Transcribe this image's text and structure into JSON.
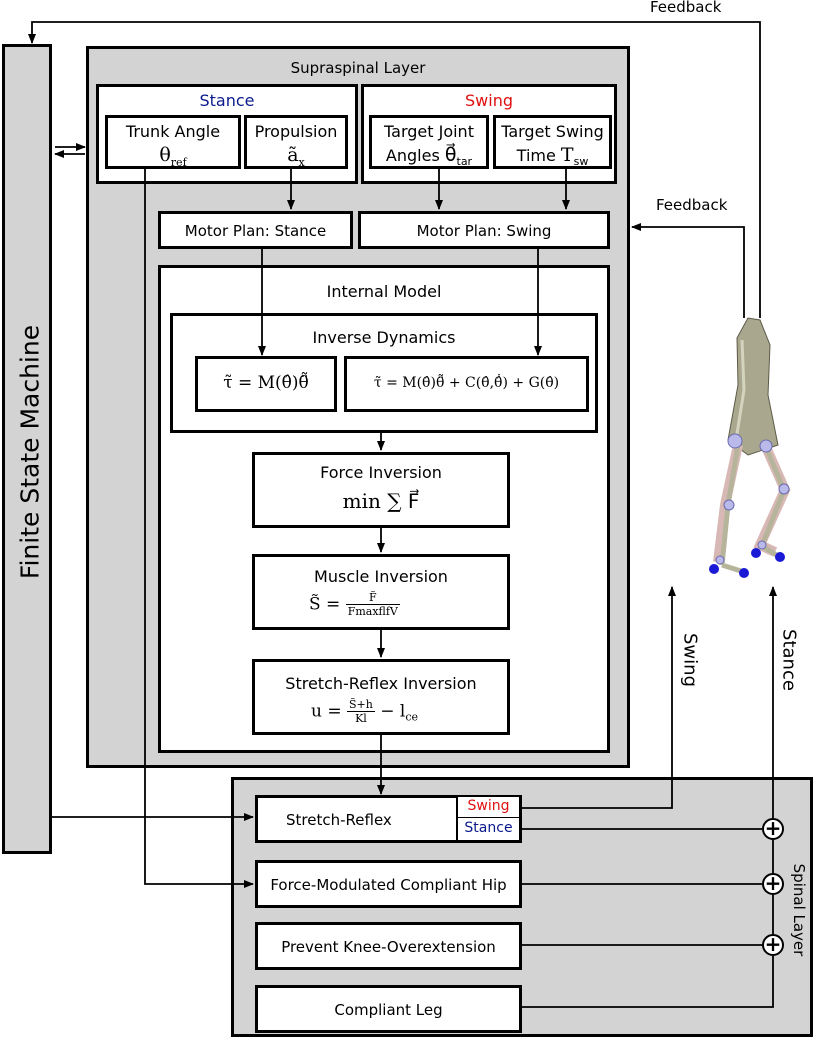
{
  "fsm": {
    "label": "Finite State Machine"
  },
  "supraspinal": {
    "title": "Supraspinal Layer",
    "stance": {
      "title": "Stance",
      "trunk_label": "Trunk Angle",
      "trunk_math": "θ",
      "trunk_sub": "ref",
      "prop_label": "Propulsion",
      "prop_math": "ã",
      "prop_sub": "x"
    },
    "swing": {
      "title": "Swing",
      "tja_line1": "Target Joint",
      "tja_line2": "Angles",
      "tja_math": "θ⃗",
      "tja_sub": "tar",
      "tst_line1": "Target Swing",
      "tst_line2": "Time",
      "tst_math": "T",
      "tst_sub": "sw"
    },
    "motor_stance": "Motor Plan: Stance",
    "motor_swing": "Motor Plan: Swing",
    "internal_model": "Internal Model",
    "inverse_dynamics": "Inverse Dynamics",
    "eq_stance": "τ̃ = M(θ̂)θ̈̃",
    "eq_swing": "τ̃ = M(θ̂)θ̈̃ + C(θ̂,θ̂̇) + G(θ̂)",
    "force_inversion": "Force Inversion",
    "force_eq": "min ∑ F⃗",
    "muscle_inversion": "Muscle Inversion",
    "muscle_eq_lhs": "S̃ =",
    "muscle_eq_num": "F̃",
    "muscle_eq_den": "FmaxflfV",
    "sr_inversion": "Stretch-Reflex Inversion",
    "sr_eq_lhs": "u =",
    "sr_eq_num": "S̃+h",
    "sr_eq_den": "Kl",
    "sr_eq_rhs": "− l",
    "sr_eq_rhs_sub": "ce"
  },
  "spinal": {
    "title": "Spinal Layer",
    "stretch_reflex": "Stretch-Reflex",
    "sr_swing": "Swing",
    "sr_stance": "Stance",
    "fmch": "Force-Modulated Compliant Hip",
    "pko": "Prevent Knee-Overextension",
    "compliant_leg": "Compliant Leg"
  },
  "signals": {
    "feedback_top": "Feedback",
    "feedback_mid": "Feedback",
    "swing": "Swing",
    "stance": "Stance"
  },
  "colors": {
    "stance_blue": "#0a1a8c",
    "swing_red": "#e01010",
    "layer_gray": "#d3d3d3"
  }
}
